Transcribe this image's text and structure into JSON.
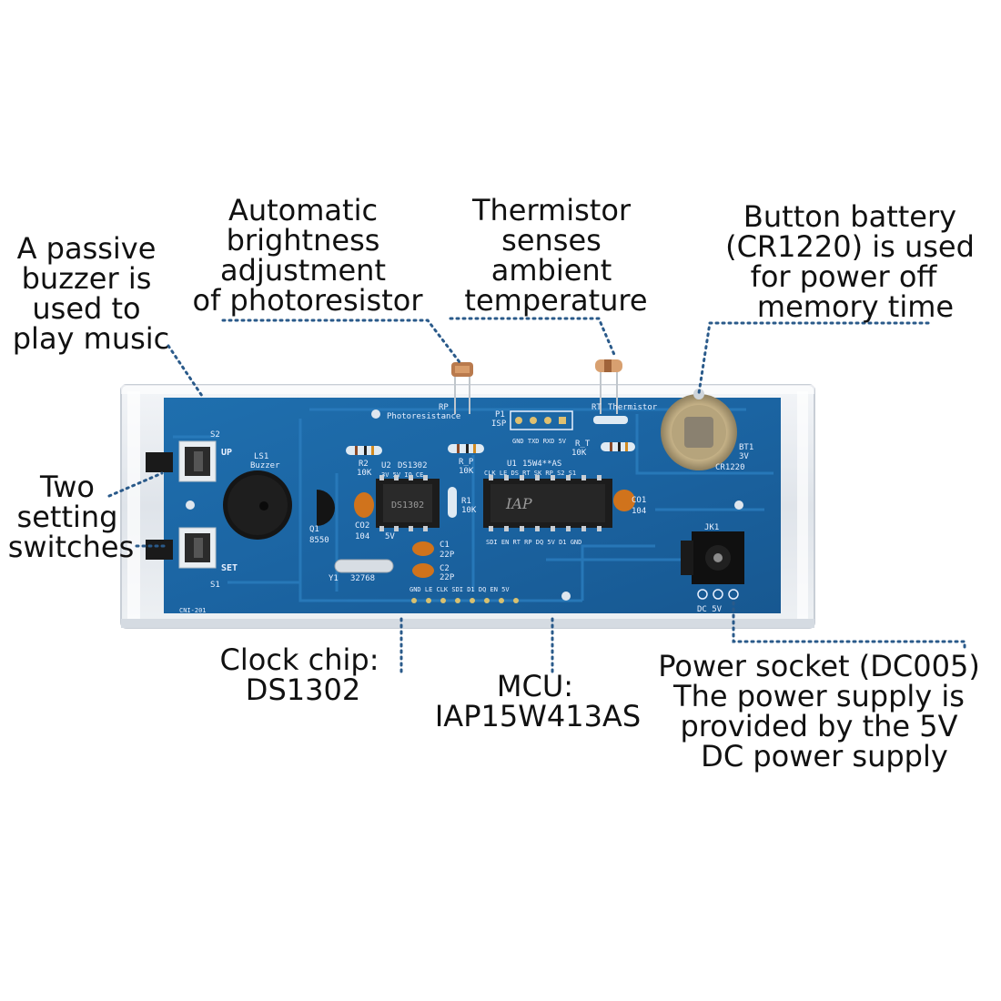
{
  "callouts": {
    "buzzer": [
      "A passive",
      "buzzer is",
      "used to",
      "play music"
    ],
    "switches": [
      "Two",
      "setting",
      "switches"
    ],
    "photoresistor": [
      "Automatic",
      "brightness",
      "adjustment",
      "of photoresistor"
    ],
    "thermistor": [
      "Thermistor",
      "senses",
      "ambient",
      "temperature"
    ],
    "battery": [
      "Button battery",
      "(CR1220) is used",
      "for power off",
      "memory time"
    ],
    "clock": [
      "Clock chip:",
      "DS1302"
    ],
    "mcu": [
      "MCU:",
      "IAP15W413AS"
    ],
    "power": [
      "Power socket (DC005)",
      "The power supply is",
      "provided by the 5V",
      "DC power supply"
    ]
  },
  "pcb": {
    "s2": "S2",
    "up": "UP",
    "s1": "S1",
    "set": "SET",
    "ls1": "LS1",
    "buzzer": "Buzzer",
    "q1": "Q1",
    "q1_val": "8550",
    "r2": "R2",
    "r2_val": "10K",
    "u2": "U2",
    "u2_name": "DS1302",
    "rp": "RP",
    "photoresistance": "Photoresistance",
    "r_p": "R_P",
    "r_p_val": "10K",
    "r1": "R1",
    "r1_val": "10K",
    "p1": "P1",
    "isp": "ISP",
    "u1": "U1",
    "u1_name": "15W4**AS",
    "rt": "RT",
    "thermistor": "Thermistor",
    "r_t": "R_T",
    "r_t_val": "10K",
    "bt1": "BT1",
    "bt1_v": "3V",
    "bt1_type": "CR1220",
    "co2": "CO2",
    "co2_val": "104",
    "co1": "CO1",
    "co1_val": "104",
    "c1": "C1",
    "c1_val": "22P",
    "c2": "C2",
    "c2_val": "22P",
    "y1": "Y1",
    "y1_val": "32768",
    "jk1": "JK1",
    "dc5v": "DC 5V",
    "board_id": "CNI-201",
    "u2_pins": "3V  5V  IO  CE",
    "u1_pins_top": "CLK LE  DS  RT  SK  RP  S2  S1",
    "u1_pins_bottom": "SDI EN  RT  RP  DQ  5V  D1  GND",
    "bottom_header": "GND LE CLK SDI D1 DQ EN 5V",
    "isp_pins": "GND TXD RXD 5V",
    "chip_iap": "IAP",
    "gnd_label": "GND",
    "v5_label": "5V"
  }
}
